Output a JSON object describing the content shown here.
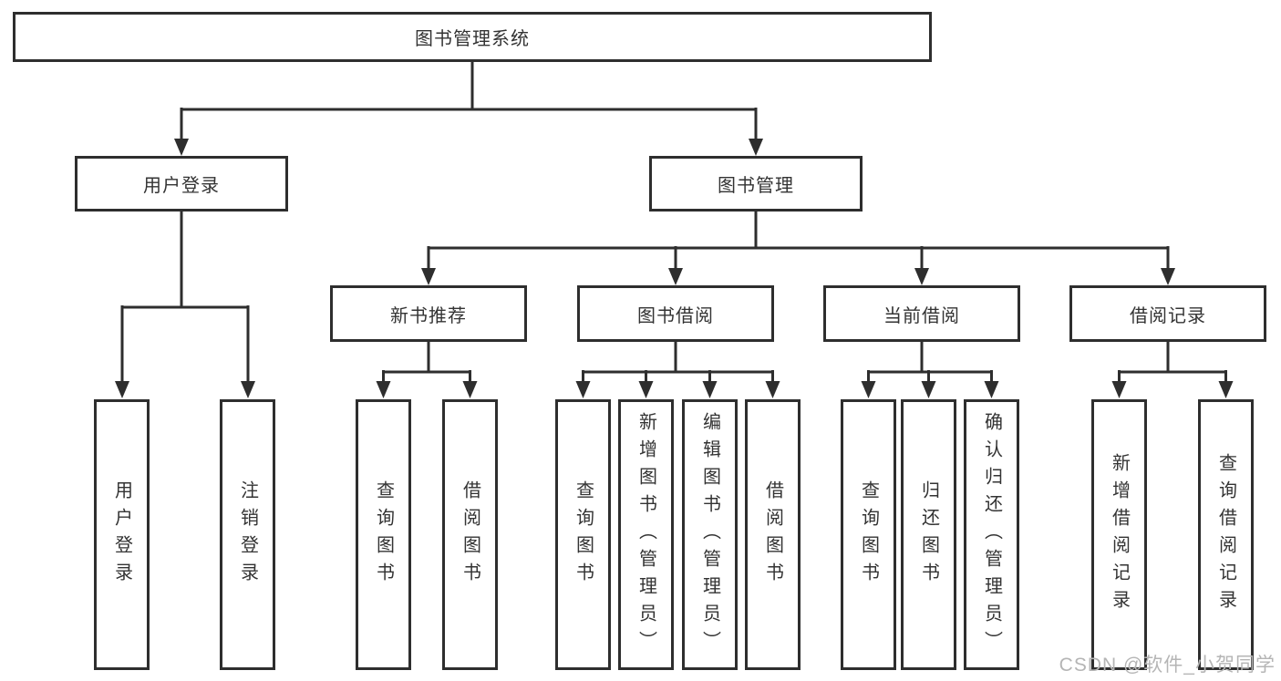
{
  "colors": {
    "line": "#2e2e2e",
    "text": "#333333",
    "watermark": "#b5b5b5"
  },
  "tree": {
    "root": "图书管理系统",
    "branches": [
      {
        "label": "用户登录",
        "children": [
          "用户登录",
          "注销登录"
        ]
      },
      {
        "label": "图书管理",
        "children": [
          {
            "label": "新书推荐",
            "children": [
              "查询图书",
              "借阅图书"
            ]
          },
          {
            "label": "图书借阅",
            "children": [
              "查询图书",
              "新增图书（管理员）",
              "编辑图书（管理员）",
              "借阅图书"
            ]
          },
          {
            "label": "当前借阅",
            "children": [
              "查询图书",
              "归还图书",
              "确认归还（管理员）"
            ]
          },
          {
            "label": "借阅记录",
            "children": [
              "新增借阅记录",
              "查询借阅记录"
            ]
          }
        ]
      }
    ]
  },
  "watermark": "CSDN @软件_小贺同学"
}
